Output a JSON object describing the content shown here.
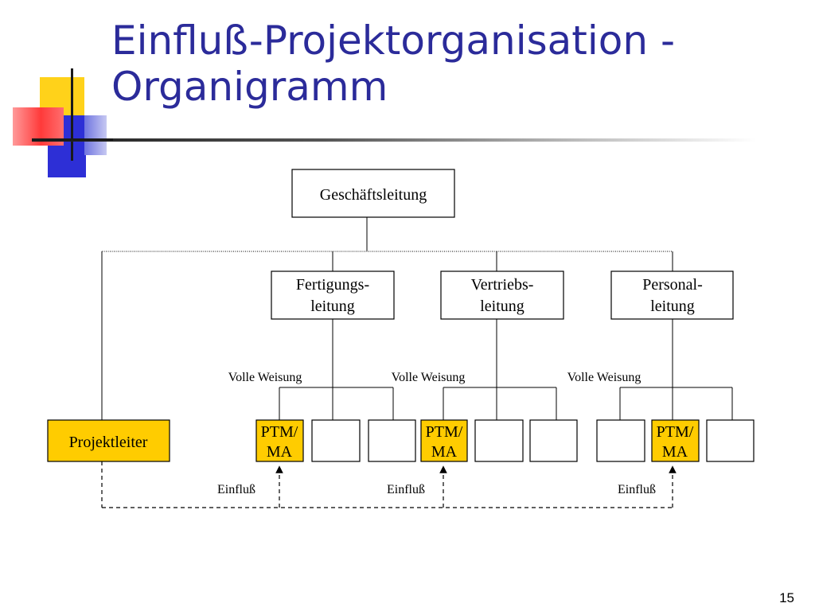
{
  "slide": {
    "title_line1": "Einfluß-Projektorganisation -",
    "title_line2": "Organigramm",
    "page_number": "15"
  },
  "org": {
    "top": "Geschäftsleitung",
    "departments": [
      {
        "line1": "Fertigungs-",
        "line2": "leitung"
      },
      {
        "line1": "Vertriebs-",
        "line2": "leitung"
      },
      {
        "line1": "Personal-",
        "line2": "leitung"
      }
    ],
    "project_leader": "Projektleiter",
    "ptm_line1": "PTM/",
    "ptm_line2": "MA",
    "authority_label": "Volle Weisung",
    "influence_label": "Einfluß"
  },
  "colors": {
    "title": "#2b2b9a",
    "highlight_box": "#ffcc00"
  }
}
